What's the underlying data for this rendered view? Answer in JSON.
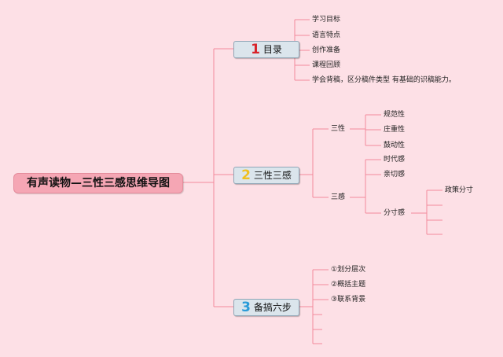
{
  "root": "有声读物—三性三感思维导图",
  "sections": [
    {
      "number": "1",
      "label": "目录",
      "color": "#d8232a"
    },
    {
      "number": "2",
      "label": "三性三感",
      "color": "#f0c020"
    },
    {
      "number": "3",
      "label": "备搞六步",
      "color": "#2a9bd8"
    }
  ],
  "contents": {
    "items": [
      "学习目标",
      "语言特点",
      "创作准备",
      "课程回顾",
      "学会背稿，区分稿件类型 有基础的识稿能力。"
    ]
  },
  "three_xing": {
    "label": "三性",
    "items": [
      "规范性",
      "庄重性",
      "鼓动性"
    ]
  },
  "three_gan": {
    "label": "三感",
    "items": [
      "时代感",
      "亲切感",
      "分寸感"
    ],
    "fencun_children": [
      "政策分寸"
    ]
  },
  "steps": {
    "items": [
      "①划分层次",
      "②概括主题",
      "③联系背景"
    ]
  },
  "colors": {
    "line": "#f28a9c",
    "background": "#fde0e6"
  }
}
